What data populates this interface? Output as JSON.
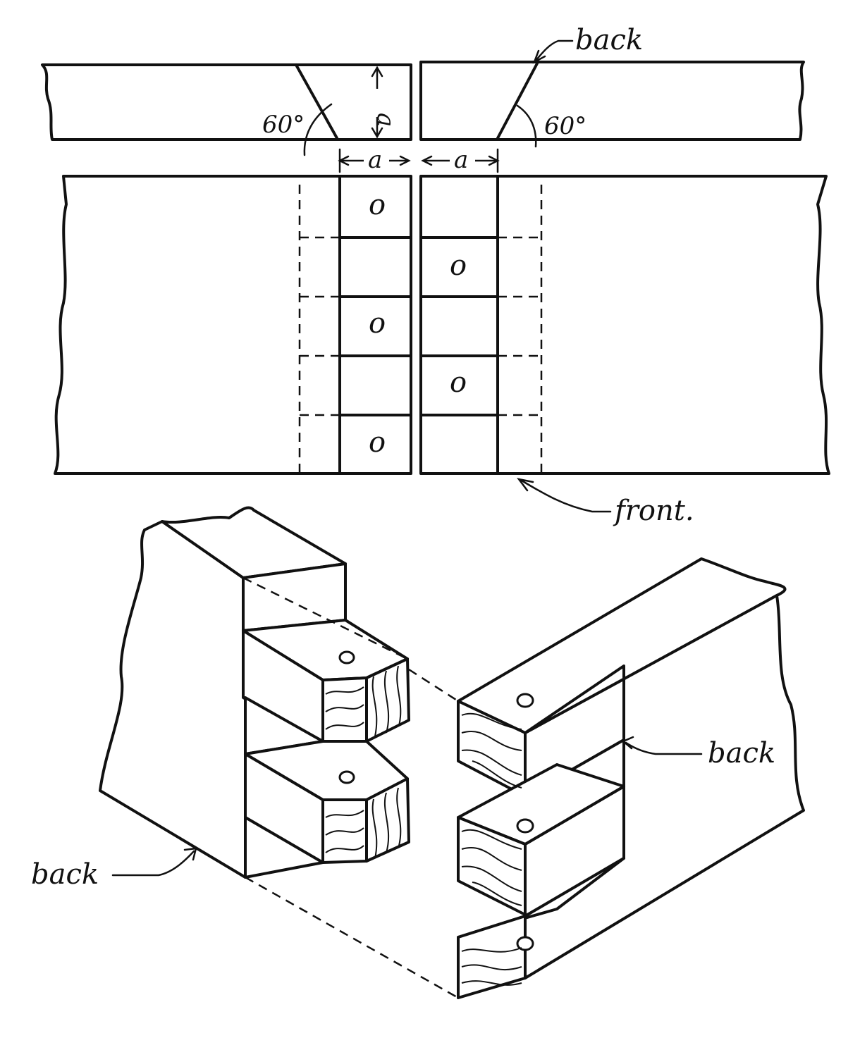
{
  "labels": {
    "back_top": "back",
    "angle_left": "60°",
    "angle_right": "60°",
    "depth_a": "a",
    "width_a_left": "a",
    "width_a_right": "a",
    "front": "front.",
    "back_iso_left": "back",
    "back_iso_right": "back"
  },
  "hole_mark": "o"
}
